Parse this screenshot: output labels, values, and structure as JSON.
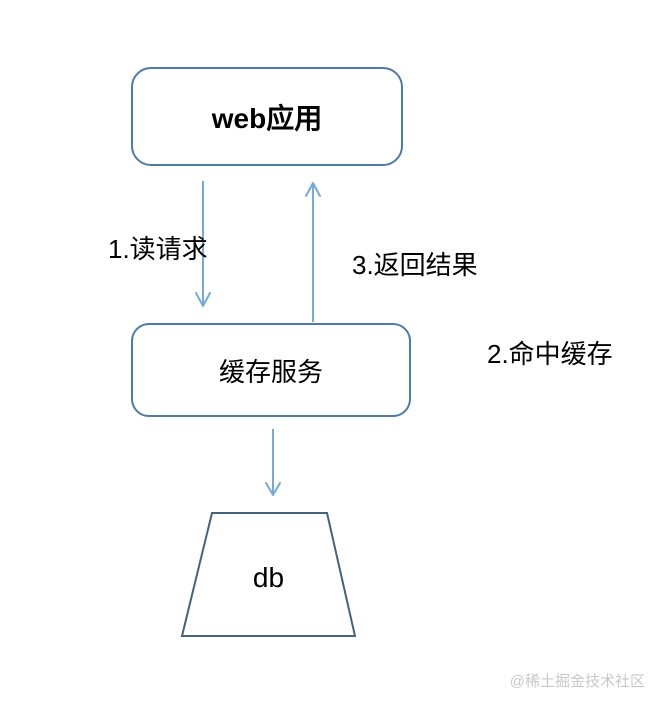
{
  "colors": {
    "node_border": "#4d7ba8",
    "arrow": "#74a9d8",
    "trapezoid_border": "#44637c",
    "watermark_text": "#c8c8c8"
  },
  "nodes": {
    "web_app": {
      "label": "web应用"
    },
    "cache_service": {
      "label": "缓存服务"
    },
    "db": {
      "label": "db"
    }
  },
  "edge_labels": {
    "step1": "1.读请求",
    "step2": "2.命中缓存",
    "step3": "3.返回结果"
  },
  "watermark": "@稀土掘金技术社区"
}
